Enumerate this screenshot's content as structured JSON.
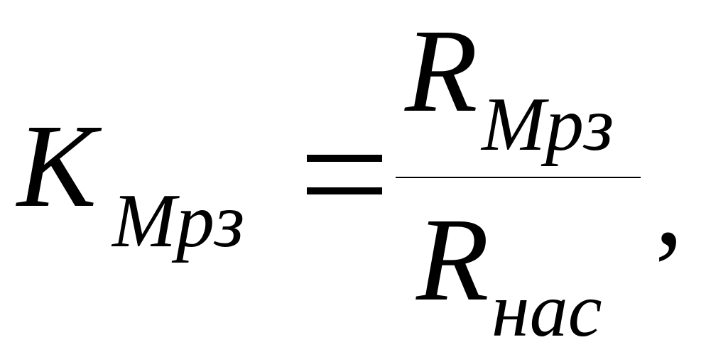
{
  "formula": {
    "lhs_main": "K",
    "lhs_sub": "Mpз",
    "numerator_main": "R",
    "numerator_sub": "Mpз",
    "denominator_main": "R",
    "denominator_sub": "нас",
    "trailing": ","
  }
}
